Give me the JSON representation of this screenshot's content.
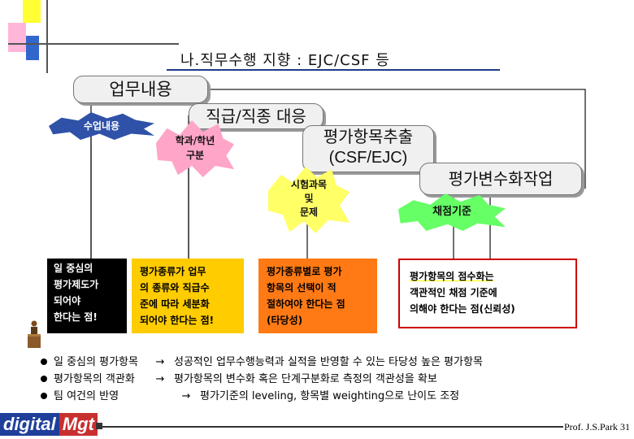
{
  "title": "나.직무수행 지향 : EJC/CSF 등",
  "callouts": {
    "work_content": "업무내용",
    "rank_response": "직급/직종 대응",
    "item_extract_line1": "평가항목추출",
    "item_extract_line2": "(CSF/EJC)",
    "variable_work": "평가변수화작업"
  },
  "bursts": {
    "class_content": "수업내용",
    "dept_line1": "학과/학년",
    "dept_line2": "구분",
    "exam_line1": "시험과목",
    "exam_line2": "및",
    "exam_line3": "문제",
    "score_criteria": "채점기준"
  },
  "panels": {
    "p1": [
      "일 중심의",
      "평가제도가",
      "되어야",
      "한다는 점!"
    ],
    "p2": [
      "평가종류가 업무",
      "의 종류와 직급수",
      "준에 따라 세분화",
      "되어야  한다는 점!"
    ],
    "p3": [
      "평가종류별로 평가",
      "항목의 선택이 적",
      "절하여야 한다는 점",
      "(타당성)"
    ],
    "p4": [
      "평가항목의 점수화는",
      "객관적인 채점 기준에",
      "의해야 한다는 점(신뢰성)"
    ]
  },
  "bullets": [
    {
      "left": "일 중심의 평가항목",
      "arrow": "→",
      "right": "성공적인 업무수행능력과 실적을 반영할 수 있는 타당성 높은 평가항목"
    },
    {
      "left": "평가항목의 객관화",
      "arrow": "→",
      "right": "평가항목의 변수화 혹은 단계구분화로 측정의 객관성을 확보"
    },
    {
      "left": "팀 여건의 반영",
      "arrow": "→",
      "right": "평가기준의 leveling, 항목별 weighting으로 난이도 조정"
    }
  ],
  "logo": {
    "part1": "digital",
    "part2": "Mgt"
  },
  "footer": "Prof. J.S.Park  31",
  "colors": {
    "class_burst": "#2f52a8",
    "dept_burst": "#ffa5c8",
    "exam_burst": "#ffff66",
    "score_burst": "#66ff66",
    "panel1": "#000000",
    "panel2": "#ffcc00",
    "panel3": "#ff7a14",
    "panel4_border": "#cc0000"
  },
  "icons": [
    "speaker-podium-icon"
  ]
}
